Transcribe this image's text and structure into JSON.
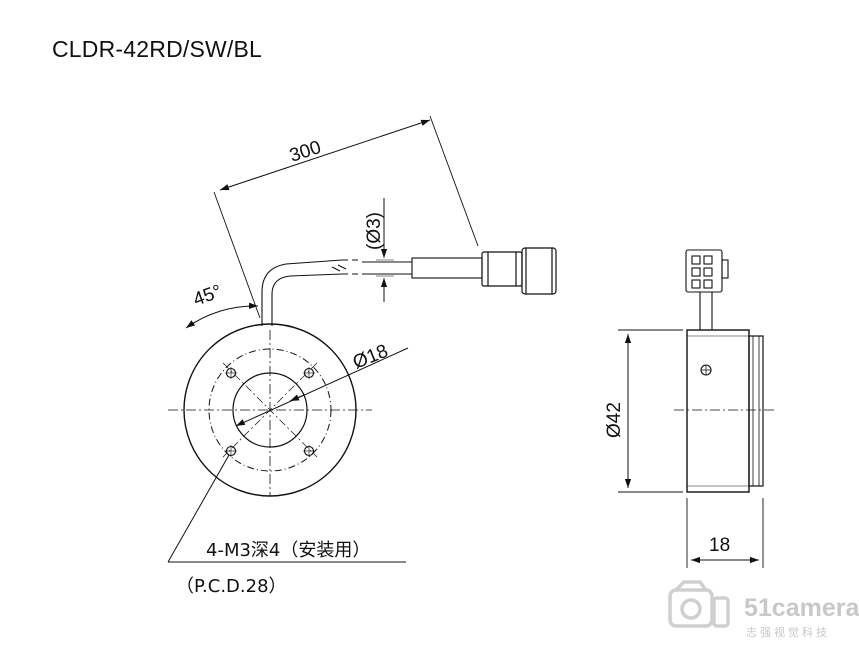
{
  "title": "CLDR-42RD/SW/BL",
  "dimensions": {
    "cable_length": "300",
    "cable_diameter": "(Ø3)",
    "angle": "45°",
    "inner_diameter": "Ø18",
    "outer_diameter": "Ø42",
    "height": "18"
  },
  "notes": {
    "mounting_holes": "4-M3深4（安装用）",
    "pcd": "（P.C.D.28）"
  },
  "watermark": {
    "brand": "51camera",
    "subtitle": "志强视觉科技"
  }
}
